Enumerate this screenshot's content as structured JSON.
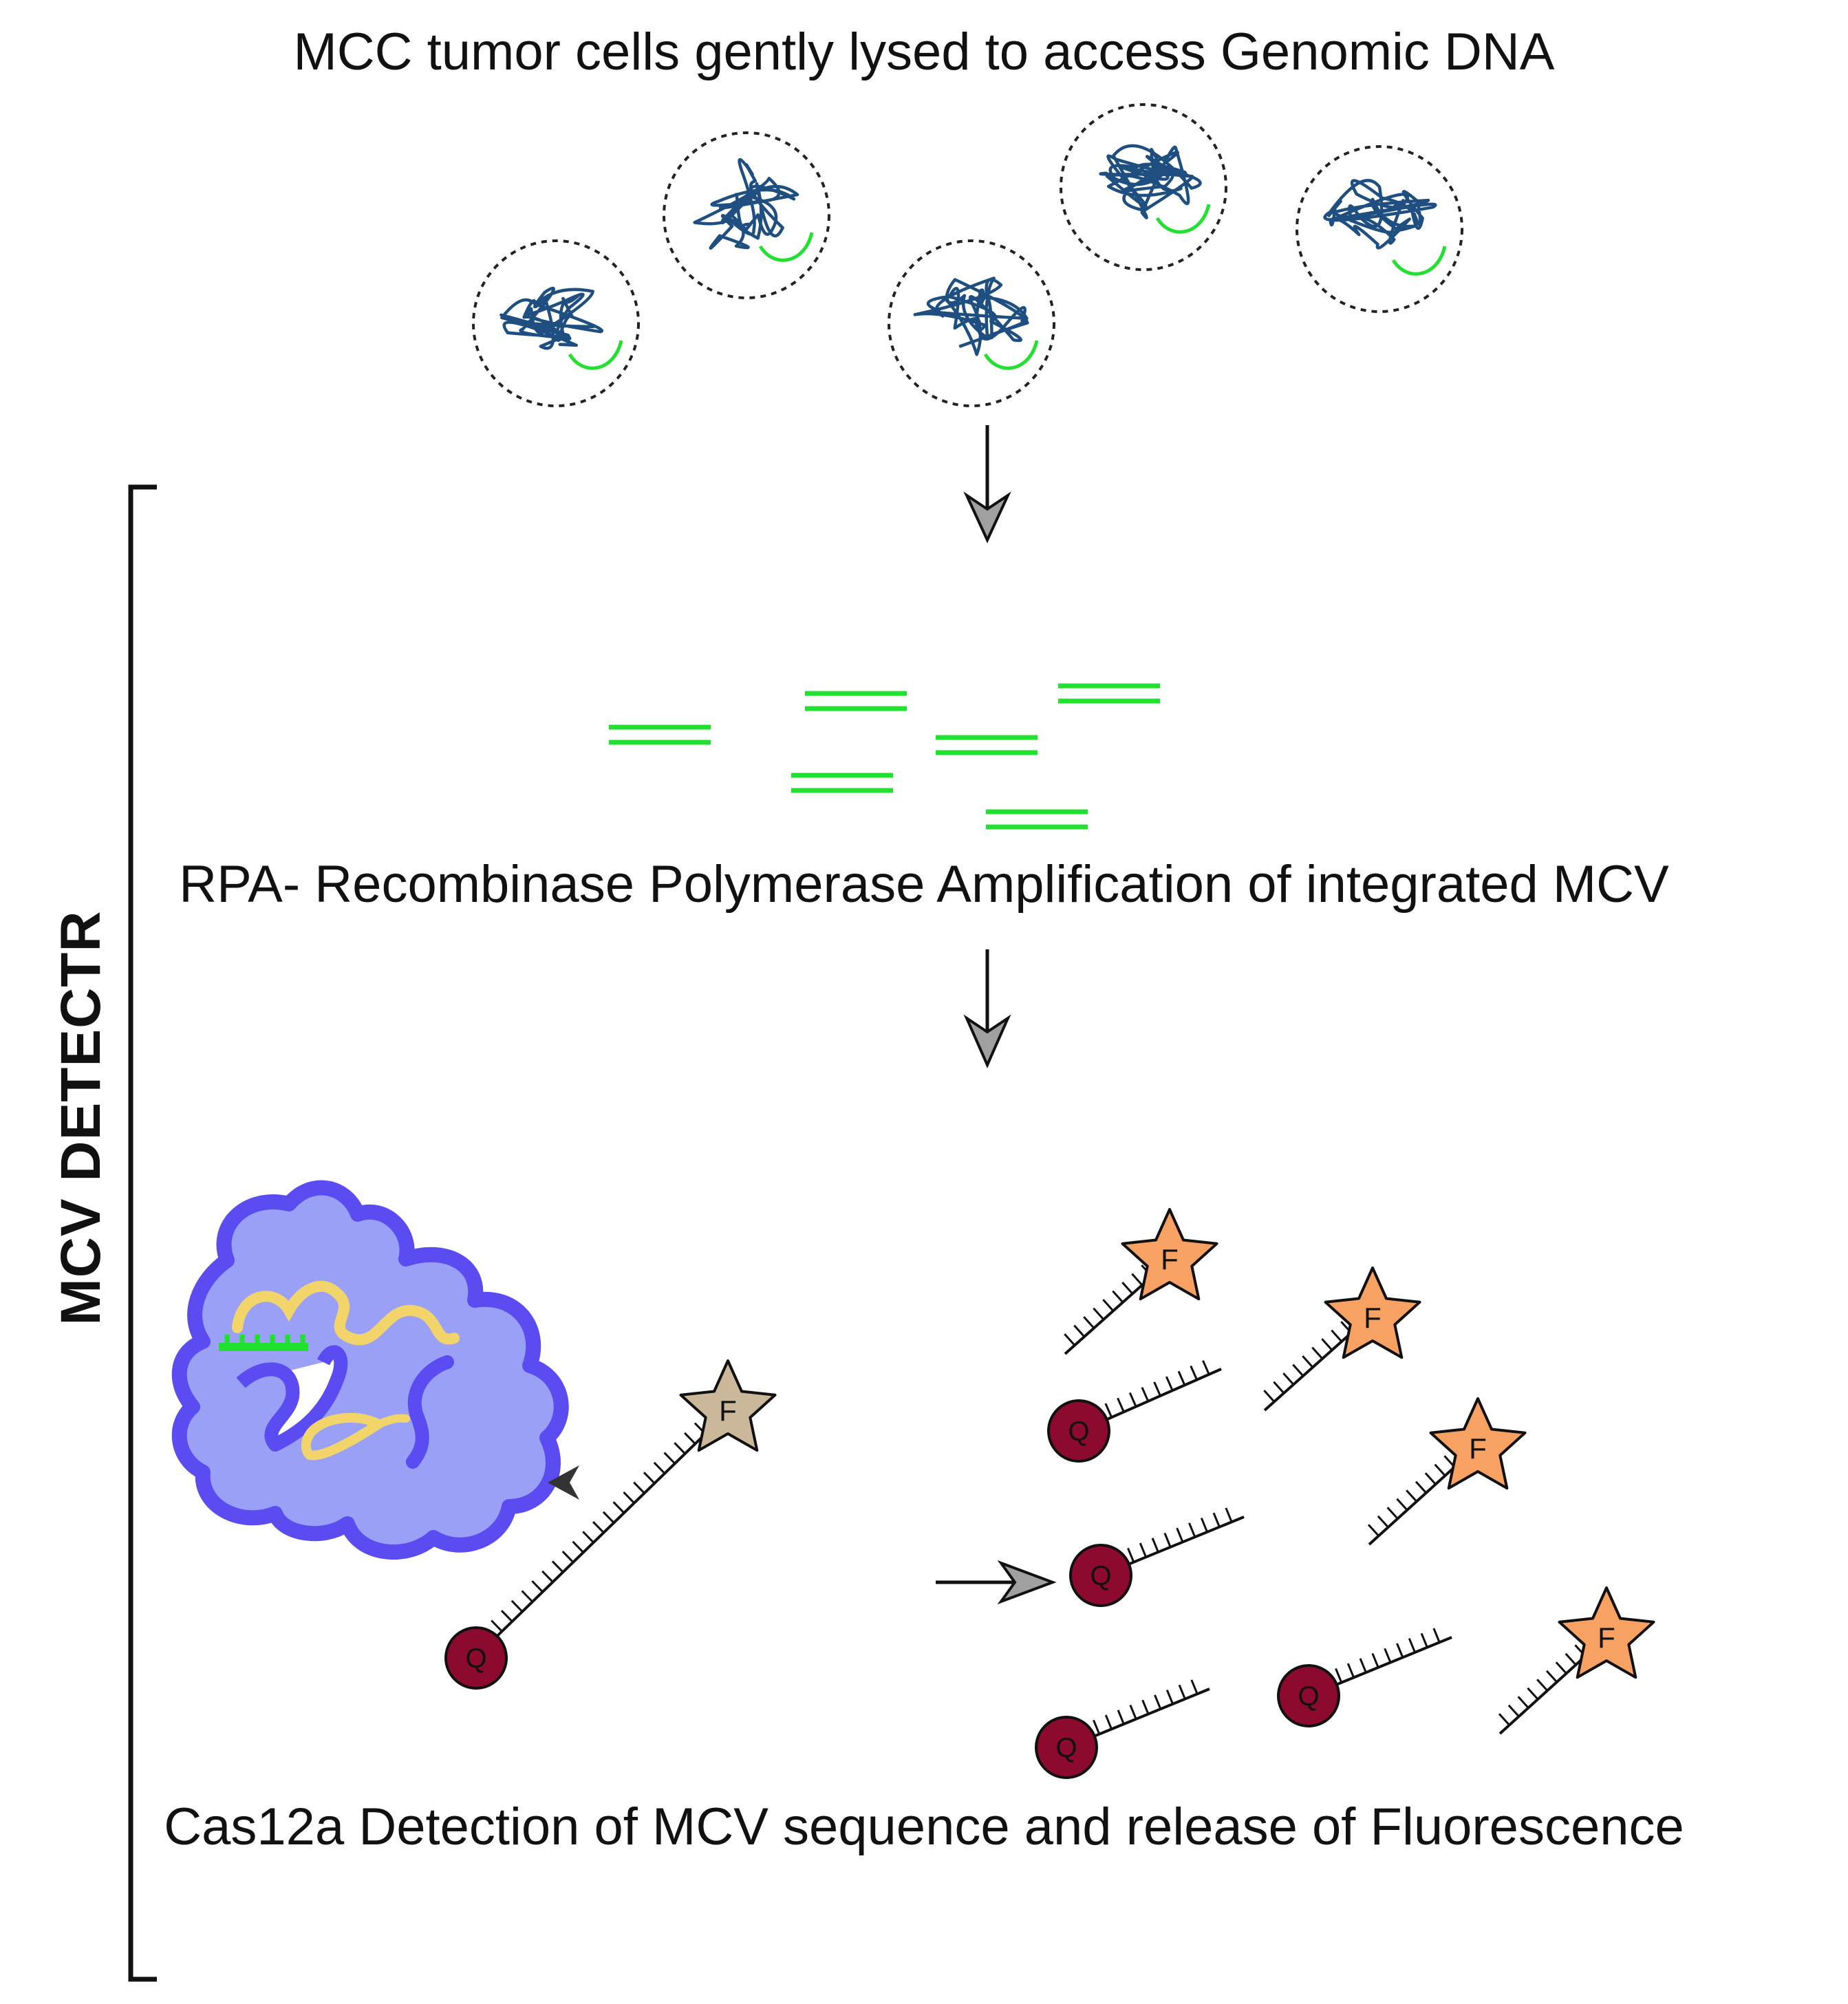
{
  "steps": {
    "lysis": "MCC tumor cells gently lysed to access Genomic DNA",
    "rpa": "RPA- Recombinase Polymerase Amplification of integrated MCV",
    "cas12a": "Cas12a Detection of MCV sequence and release of Fluorescence"
  },
  "bracket_label": "MCV DETECTR",
  "reporter": {
    "fluorophore_letter": "F",
    "quencher_letter": "Q"
  },
  "colors": {
    "dna_coil": "#1e4f80",
    "mcv_green": "#22e030",
    "cas_body": "#9aa0f5",
    "cas_outline": "#5a4cf0",
    "crrna": "#f2d56a",
    "quencher": "#8b0a2e",
    "fluor_intact": "#cbb89a",
    "fluor_released": "#f7a263",
    "arrow_head": "#999999"
  }
}
